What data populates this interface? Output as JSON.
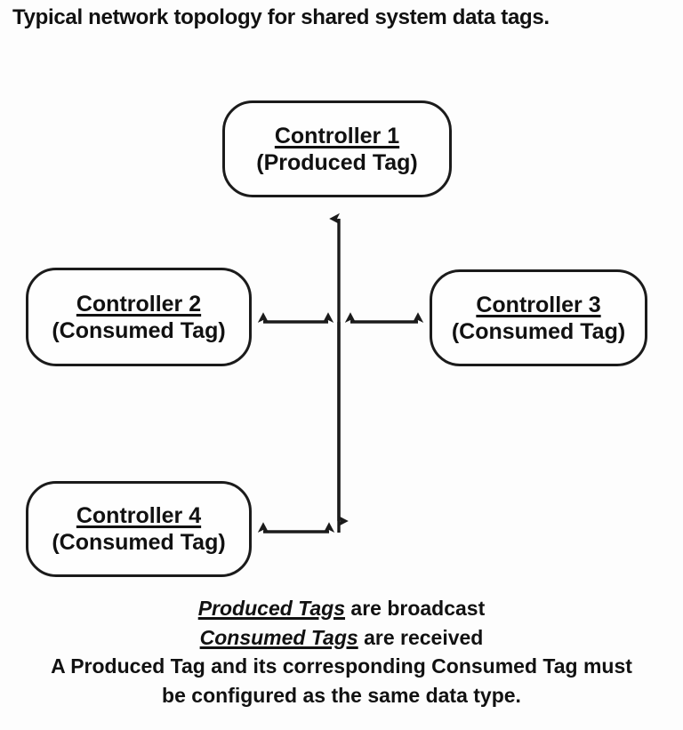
{
  "title": "Typical network topology for shared system data tags.",
  "nodes": [
    {
      "id": "c1",
      "name": "Controller 1",
      "tag": "(Produced Tag)",
      "role": "producer"
    },
    {
      "id": "c2",
      "name": "Controller 2",
      "tag": "(Consumed Tag)",
      "role": "consumer"
    },
    {
      "id": "c3",
      "name": "Controller 3",
      "tag": "(Consumed Tag)",
      "role": "consumer"
    },
    {
      "id": "c4",
      "name": "Controller 4",
      "tag": "(Consumed Tag)",
      "role": "consumer"
    }
  ],
  "edges": [
    {
      "id": "e-bus-c1",
      "from": "bus-center",
      "to": "c1",
      "arrows": "single-up"
    },
    {
      "id": "e-c2-bus",
      "from": "c2",
      "to": "bus-center",
      "arrows": "double"
    },
    {
      "id": "e-bus-c3",
      "from": "bus-center",
      "to": "c3",
      "arrows": "double"
    },
    {
      "id": "e-bus-c4",
      "from": "bus-center",
      "to": "c4",
      "arrows": "double"
    }
  ],
  "caption": {
    "line1_emph": "Produced Tags",
    "line1_rest": " are broadcast",
    "line2_emph": "Consumed Tags",
    "line2_rest": " are received",
    "line3": "A Produced Tag and its corresponding Consumed Tag must",
    "line4": "be configured as the same data type."
  },
  "colors": {
    "background": "#fdfdfd",
    "ink": "#111111",
    "stroke": "#1b1b1b"
  }
}
